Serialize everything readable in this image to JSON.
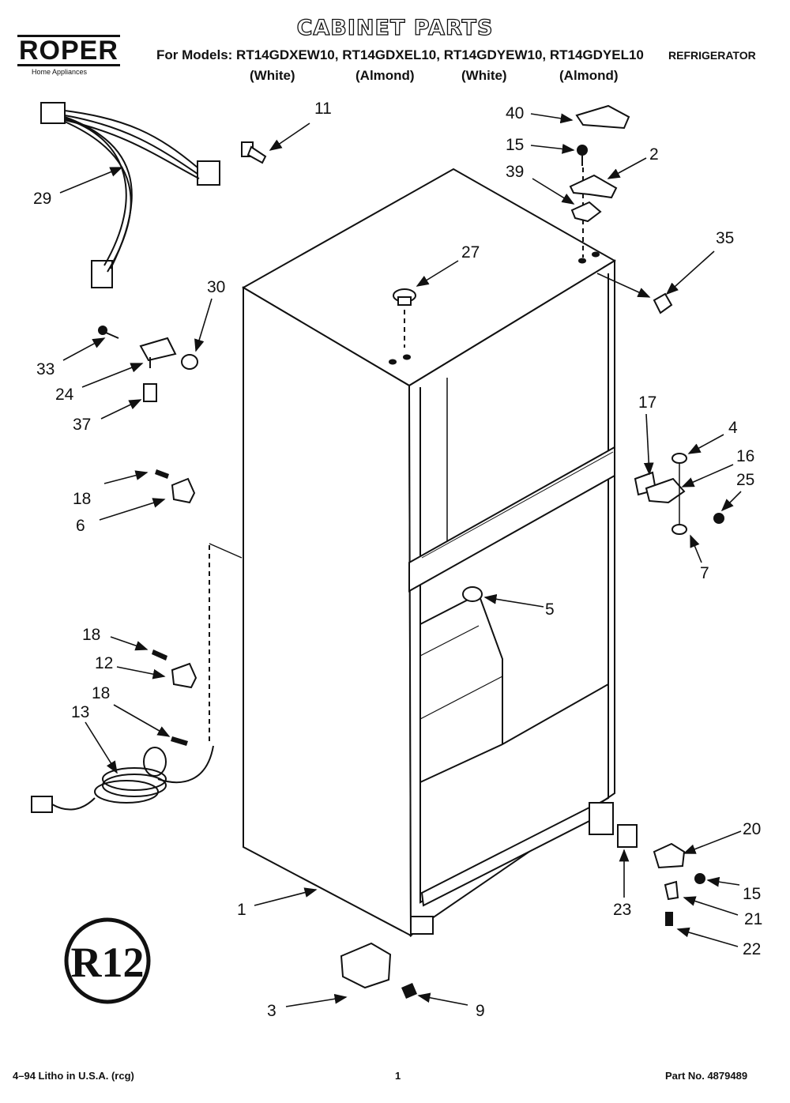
{
  "header": {
    "brand": "ROPER",
    "brand_tagline": "Home Appliances",
    "title": "CABINET PARTS",
    "models_line": "For Models: RT14GDXEW10, RT14GDXEL10, RT14GDYEW10, RT14GDYEL10",
    "product": "REFRIGERATOR",
    "colors": [
      "(White)",
      "(Almond)",
      "(White)",
      "(Almond)"
    ]
  },
  "callouts": {
    "c1": "1",
    "c2": "2",
    "c3": "3",
    "c4": "4",
    "c5": "5",
    "c6": "6",
    "c7": "7",
    "c9": "9",
    "c11": "11",
    "c12": "12",
    "c13": "13",
    "c15a": "15",
    "c15b": "15",
    "c16": "16",
    "c17": "17",
    "c18a": "18",
    "c18b": "18",
    "c18c": "18",
    "c20": "20",
    "c21": "21",
    "c22": "22",
    "c23": "23",
    "c24": "24",
    "c25": "25",
    "c27": "27",
    "c29": "29",
    "c30": "30",
    "c33": "33",
    "c35": "35",
    "c37": "37",
    "c39": "39",
    "c40": "40"
  },
  "badge": "R12",
  "footer": {
    "left": "4–94 Litho in U.S.A. (rcg)",
    "center": "1",
    "right": "Part No. 4879489"
  }
}
